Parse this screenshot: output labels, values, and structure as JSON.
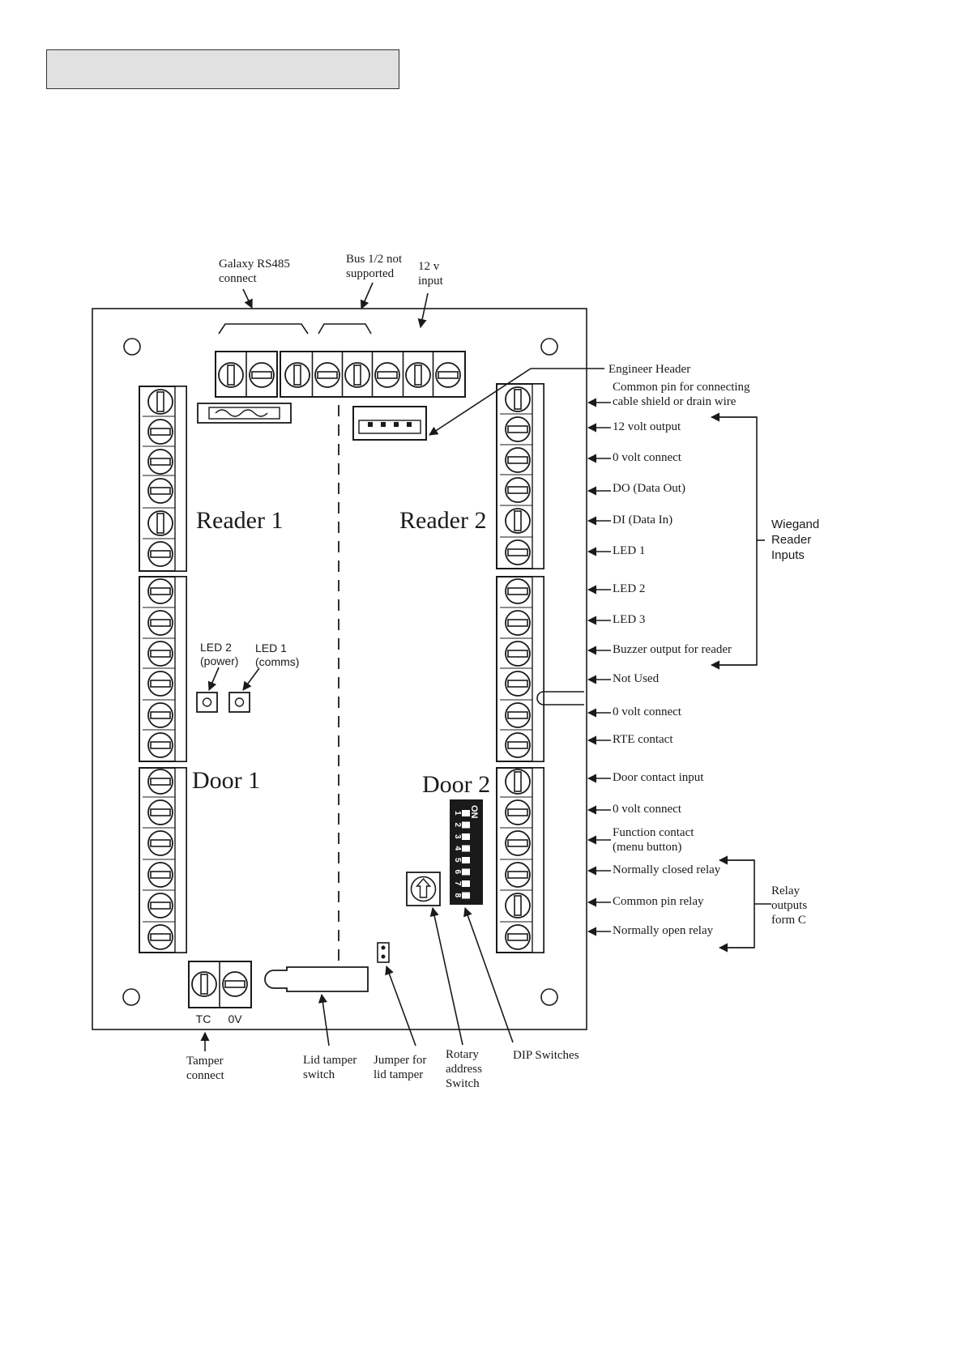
{
  "header": {
    "title": ""
  },
  "labels": {
    "rs485": [
      "Galaxy RS485",
      "connect"
    ],
    "bus": [
      "Bus 1/2 not",
      "supported"
    ],
    "v12": [
      "12 v",
      "input"
    ],
    "engineer": [
      "Engineer Header"
    ],
    "reader1": "Reader 1",
    "reader2": "Reader 2",
    "door1": "Door 1",
    "door2": "Door 2",
    "led2": [
      "LED 2",
      "(power)"
    ],
    "led1": [
      "LED 1",
      "(comms)"
    ],
    "tc": "TC",
    "zero_v": "0V",
    "tamper": [
      "Tamper",
      "connect"
    ],
    "lid_tamper": [
      "Lid tamper",
      "switch"
    ],
    "jumper": [
      "Jumper for",
      "lid tamper"
    ],
    "rotary": [
      "Rotary",
      "address",
      "Switch"
    ],
    "dip": [
      "DIP Switches"
    ],
    "dip_on": "ON",
    "dip_numbers": [
      "1",
      "2",
      "3",
      "4",
      "5",
      "6",
      "7",
      "8"
    ],
    "wiegand": [
      "Wiegand",
      "Reader",
      "Inputs"
    ],
    "relay": [
      "Relay",
      "outputs",
      "form C"
    ],
    "right_pins": [
      [
        "Common pin for connecting",
        "cable shield or drain wire"
      ],
      [
        "12 volt output"
      ],
      [
        "0 volt connect"
      ],
      [
        "DO (Data Out)"
      ],
      [
        "DI (Data In)"
      ],
      [
        "LED 1"
      ],
      [
        "LED 2"
      ],
      [
        "LED 3"
      ],
      [
        "Buzzer output for reader"
      ],
      [
        "Not Used"
      ],
      [
        "0 volt connect"
      ],
      [
        "RTE contact"
      ],
      [
        "Door contact input"
      ],
      [
        "0 volt connect"
      ],
      [
        "Function contact",
        "(menu button)"
      ],
      [
        "Normally closed relay"
      ],
      [
        "Common pin relay"
      ],
      [
        "Normally open relay"
      ]
    ]
  },
  "colors": {
    "line": "#1a1a1a",
    "header_fill": "#e1e1e1",
    "dip_fill": "#1a1a1a"
  }
}
